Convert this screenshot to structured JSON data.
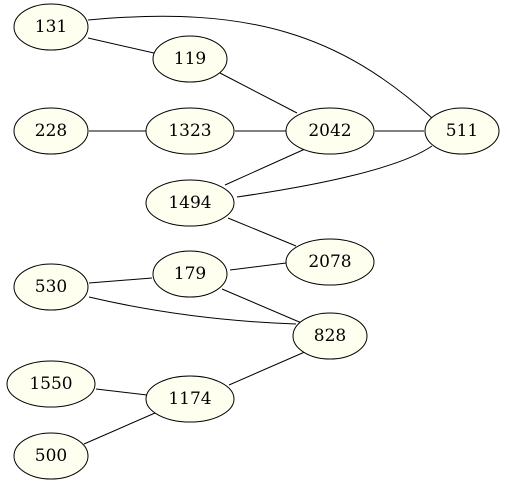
{
  "graph": {
    "colors": {
      "node_fill": "#fffff0",
      "node_stroke": "#000000",
      "edge_stroke": "#000000",
      "background": "#ffffff"
    },
    "nodes": [
      {
        "id": "n131",
        "label": "131"
      },
      {
        "id": "n119",
        "label": "119"
      },
      {
        "id": "n228",
        "label": "228"
      },
      {
        "id": "n1323",
        "label": "1323"
      },
      {
        "id": "n2042",
        "label": "2042"
      },
      {
        "id": "n511",
        "label": "511"
      },
      {
        "id": "n1494",
        "label": "1494"
      },
      {
        "id": "n530",
        "label": "530"
      },
      {
        "id": "n179",
        "label": "179"
      },
      {
        "id": "n2078",
        "label": "2078"
      },
      {
        "id": "n828",
        "label": "828"
      },
      {
        "id": "n1550",
        "label": "1550"
      },
      {
        "id": "n1174",
        "label": "1174"
      },
      {
        "id": "n500",
        "label": "500"
      }
    ],
    "edges": [
      {
        "from": "131",
        "to": "511"
      },
      {
        "from": "131",
        "to": "119"
      },
      {
        "from": "119",
        "to": "2042"
      },
      {
        "from": "228",
        "to": "1323"
      },
      {
        "from": "1323",
        "to": "2042"
      },
      {
        "from": "2042",
        "to": "511"
      },
      {
        "from": "1494",
        "to": "2042"
      },
      {
        "from": "1494",
        "to": "511"
      },
      {
        "from": "1494",
        "to": "2078"
      },
      {
        "from": "530",
        "to": "179"
      },
      {
        "from": "530",
        "to": "828"
      },
      {
        "from": "179",
        "to": "2078"
      },
      {
        "from": "179",
        "to": "828"
      },
      {
        "from": "1174",
        "to": "828"
      },
      {
        "from": "1550",
        "to": "1174"
      },
      {
        "from": "500",
        "to": "1174"
      }
    ]
  }
}
